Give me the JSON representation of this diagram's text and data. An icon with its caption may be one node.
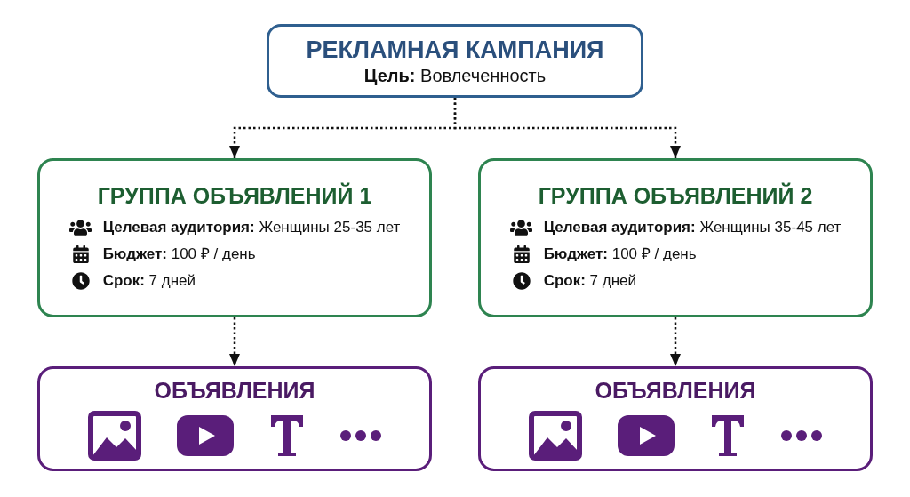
{
  "diagram": {
    "nodes": [
      {
        "text": [
          "РЕКЛАМНАЯ КАМПАНИЯ",
          "**Цель:** Вовлеченность"
        ]
      },
      {
        "text": [
          "ГРУППА ОБЪЯВЛЕНИЙ 1",
          "**Целевая аудитория:** Женщины 25-35 лет",
          "**Бюджет:** 100 ₽ / день",
          "**Срок:** 7 дней"
        ]
      },
      {
        "text": [
          "ГРУППА ОБЪЯВЛЕНИЙ 2",
          "**Целевая аудитория:** Женщины 35-45 лет",
          "**Бюджет:** 100 ₽ / день",
          "**Срок:** 7 дней"
        ]
      },
      {
        "text": [
          "ОБЪЯВЛЕНИЯ"
        ]
      },
      {
        "text": [
          "ОБЪЯВЛЕНИЯ"
        ]
      }
    ],
    "edges": [
      {
        "from": 0,
        "to": 1,
        "arrow": "to",
        "style": "dashed"
      },
      {
        "from": 0,
        "to": 2,
        "arrow": "to",
        "style": "dashed"
      },
      {
        "from": 1,
        "to": 3,
        "arrow": "to",
        "style": "dashed"
      },
      {
        "from": 2,
        "to": 4,
        "arrow": "to",
        "style": "dashed"
      }
    ]
  }
}
